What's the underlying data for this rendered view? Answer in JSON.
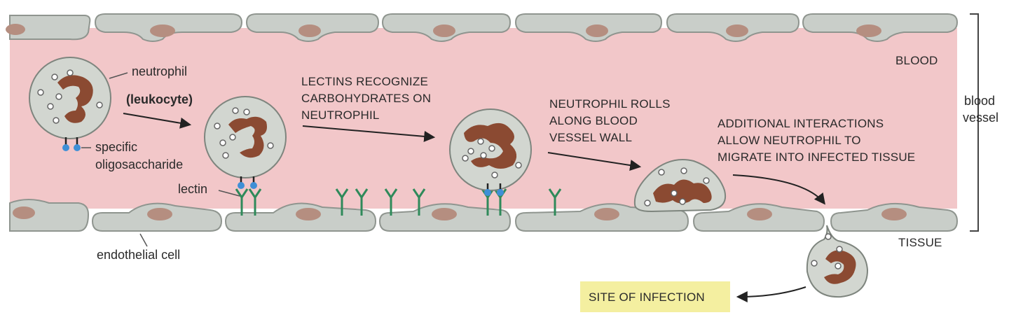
{
  "labels": {
    "neutrophil": "neutrophil",
    "leukocyte": "(leukocyte)",
    "specific": "specific",
    "oligosaccharide": "oligosaccharide",
    "lectin": "lectin",
    "endothelial_cell": "endothelial cell",
    "blood": "BLOOD",
    "tissue": "TISSUE",
    "blood_vessel_1": "blood",
    "blood_vessel_2": "vessel"
  },
  "steps": {
    "lectins": [
      "LECTINS RECOGNIZE",
      "CARBOHYDRATES ON",
      "NEUTROPHIL"
    ],
    "rolls": [
      "NEUTROPHIL ROLLS",
      "ALONG BLOOD",
      "VESSEL WALL"
    ],
    "additional": [
      "ADDITIONAL INTERACTIONS",
      "ALLOW NEUTROPHIL TO",
      "MIGRATE INTO INFECTED TISSUE"
    ]
  },
  "site_of_infection": "SITE OF INFECTION",
  "colors": {
    "blood": "#f2c7c9",
    "endothelium": "#c9cec9",
    "cell_body": "#d2d6d0",
    "nucleus": "#8b4a32",
    "cell_nucleus_oval": "#b58e80",
    "lectin": "#2f8a5a",
    "oligosaccharide": "#3f8fd6",
    "highlight": "#f4efa0"
  }
}
